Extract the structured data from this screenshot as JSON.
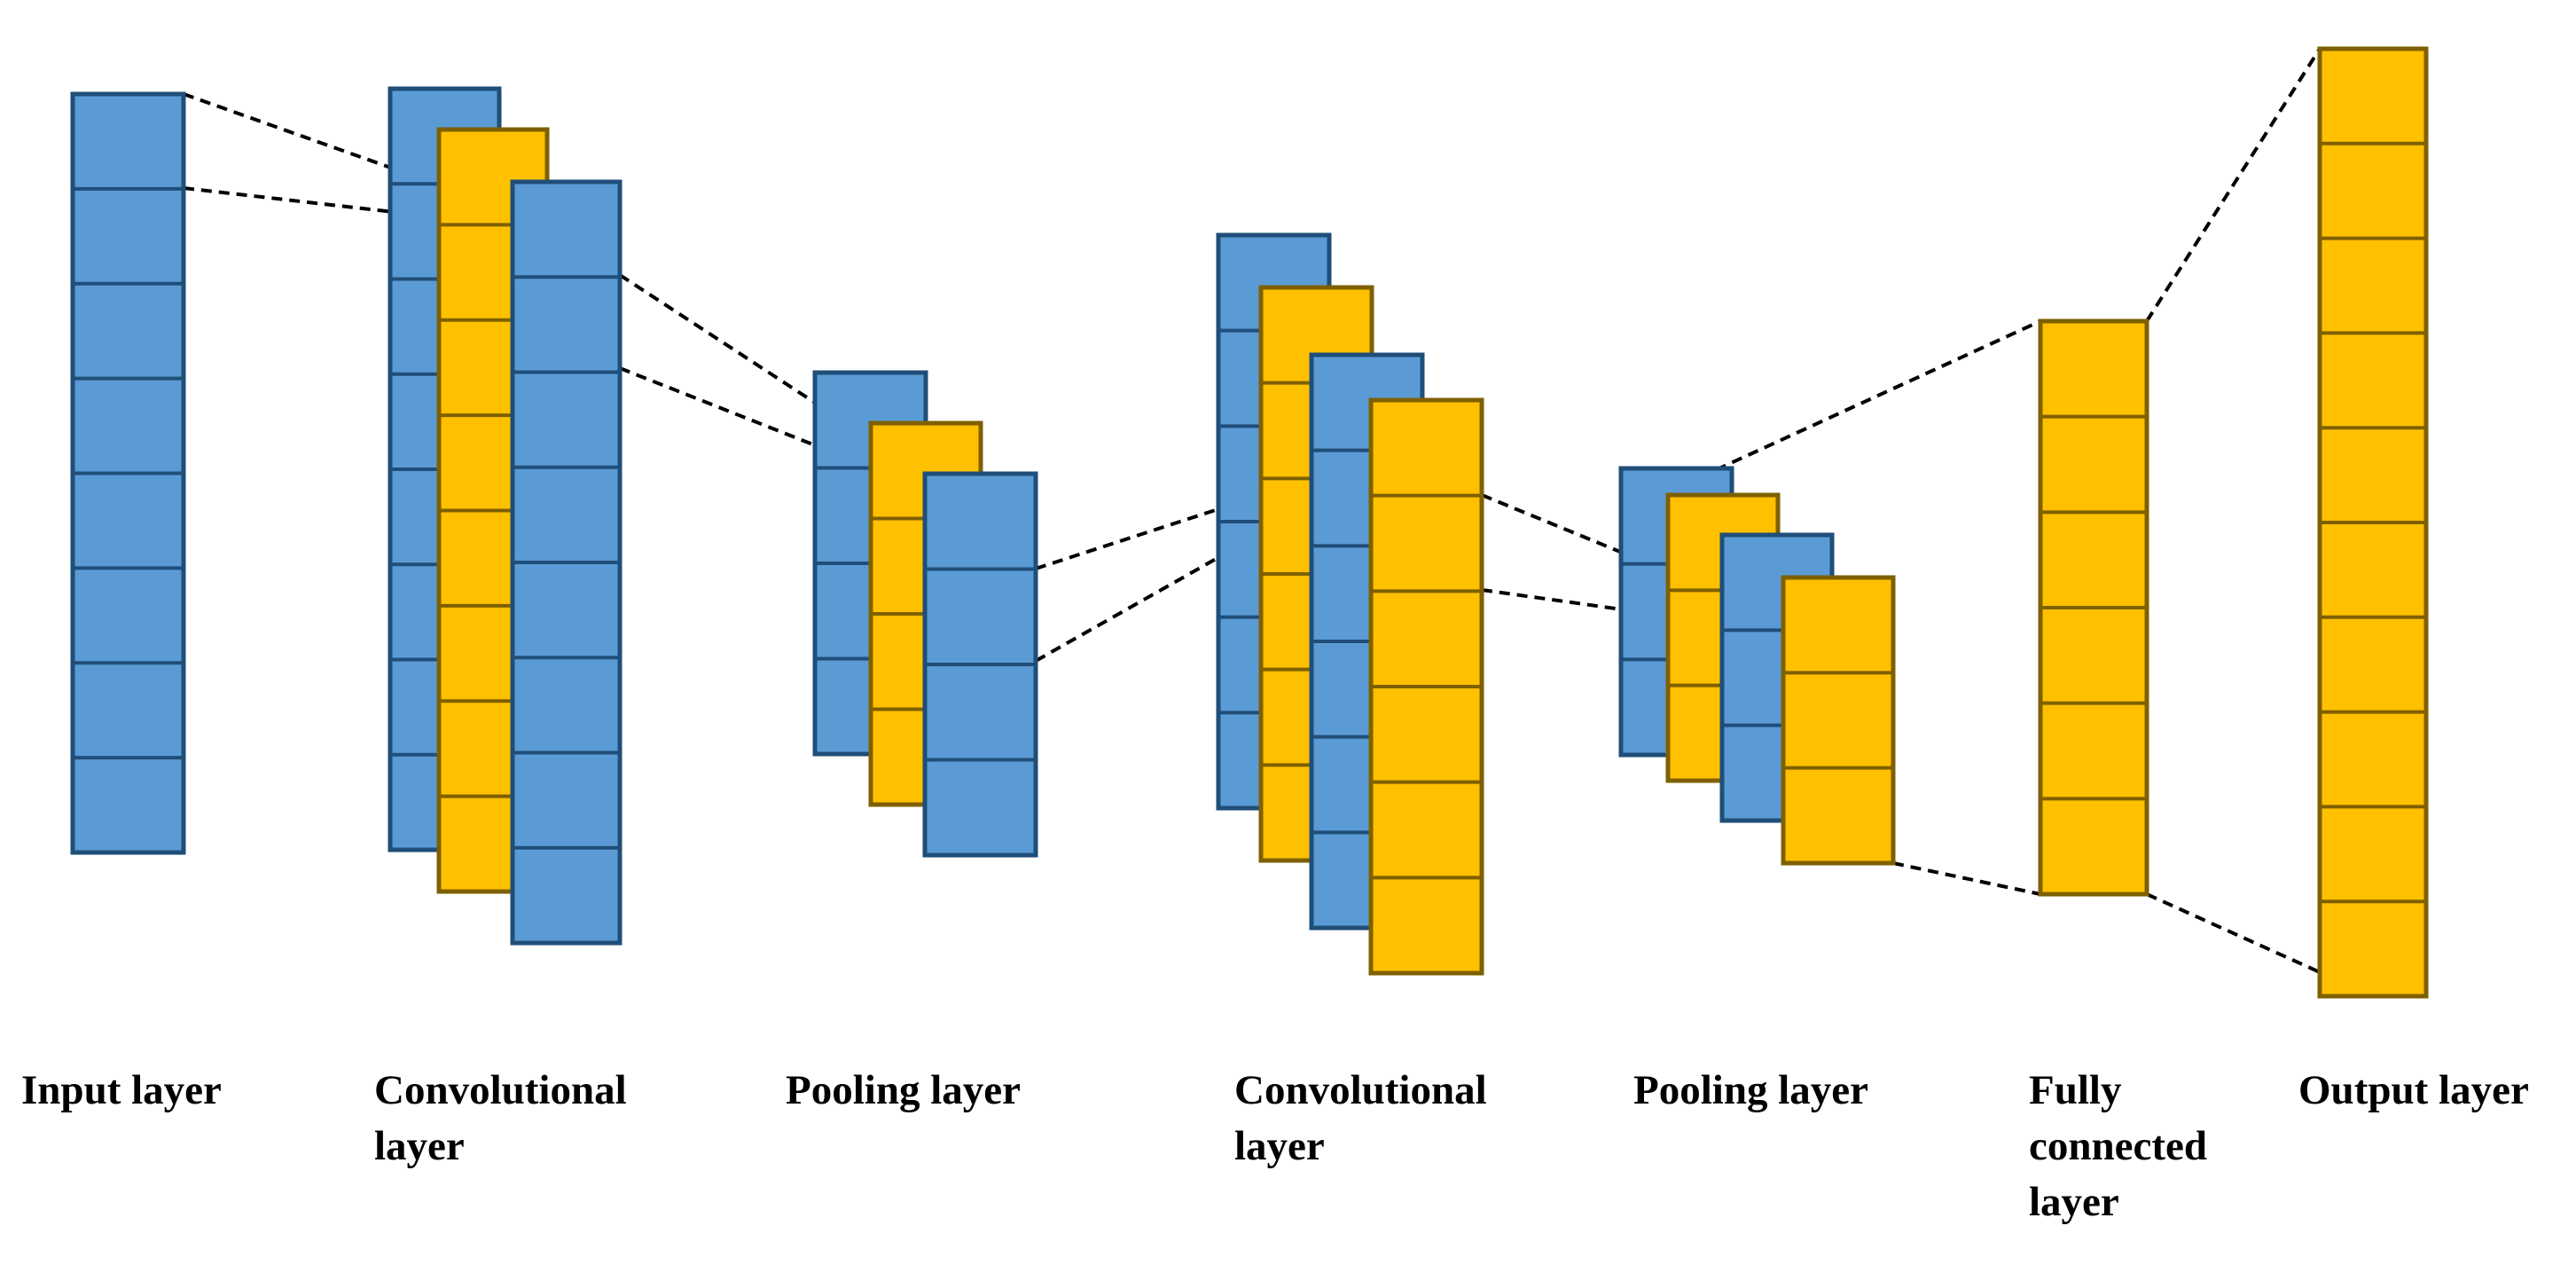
{
  "colors": {
    "blue_fill": "#5b9bd5",
    "blue_stroke": "#1f4e79",
    "yellow_fill": "#ffc000",
    "yellow_stroke": "#7f6000",
    "connector": "#000000"
  },
  "layers": [
    {
      "id": "input-layer",
      "label": "Input layer"
    },
    {
      "id": "convolutional-layer-1",
      "label": "Convolutional\nlayer"
    },
    {
      "id": "pooling-layer-1",
      "label": "Pooling layer"
    },
    {
      "id": "convolutional-layer-2",
      "label": "Convolutional\nlayer"
    },
    {
      "id": "pooling-layer-2",
      "label": "Pooling layer"
    },
    {
      "id": "fully-connected-layer",
      "label": "Fully\nconnected\nlayer"
    },
    {
      "id": "output-layer",
      "label": "Output layer"
    }
  ]
}
